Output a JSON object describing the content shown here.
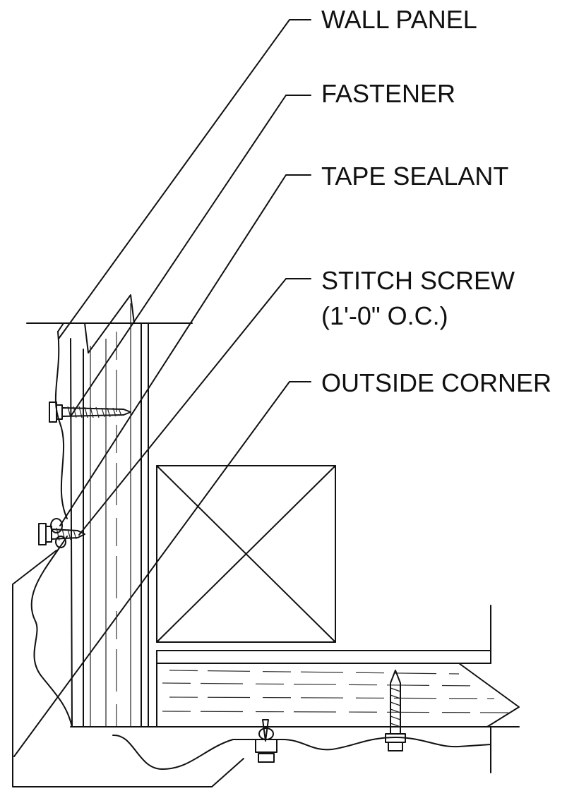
{
  "labels": {
    "wall_panel": "WALL PANEL",
    "fastener": "FASTENER",
    "tape_sealant": "TAPE SEALANT",
    "stitch_screw_line1": "STITCH SCREW",
    "stitch_screw_line2": "(1'-0\" O.C.)",
    "outside_corner": "OUTSIDE CORNER"
  },
  "colors": {
    "line": "#111111",
    "background": "#ffffff"
  }
}
